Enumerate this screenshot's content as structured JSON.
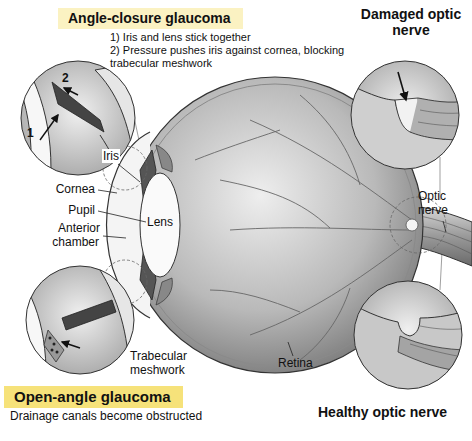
{
  "diagram": {
    "nodes": [
      {
        "text": [
          "Angle-closure glaucoma"
        ]
      },
      {
        "text": [
          "Open-angle glaucoma"
        ]
      }
    ],
    "labels": [
      "1) Iris and lens stick together",
      "2) Pressure pushes iris against cornea, blocking trabecular meshwork",
      "Damaged optic nerve",
      "Cornea",
      "Iris",
      "Pupil",
      "Lens",
      "Anterior chamber",
      "Optic nerve",
      "Trabecular meshwork",
      "Retina",
      "Drainage canals become obstructed",
      "Healthy optic nerve",
      "1",
      "2"
    ]
  }
}
